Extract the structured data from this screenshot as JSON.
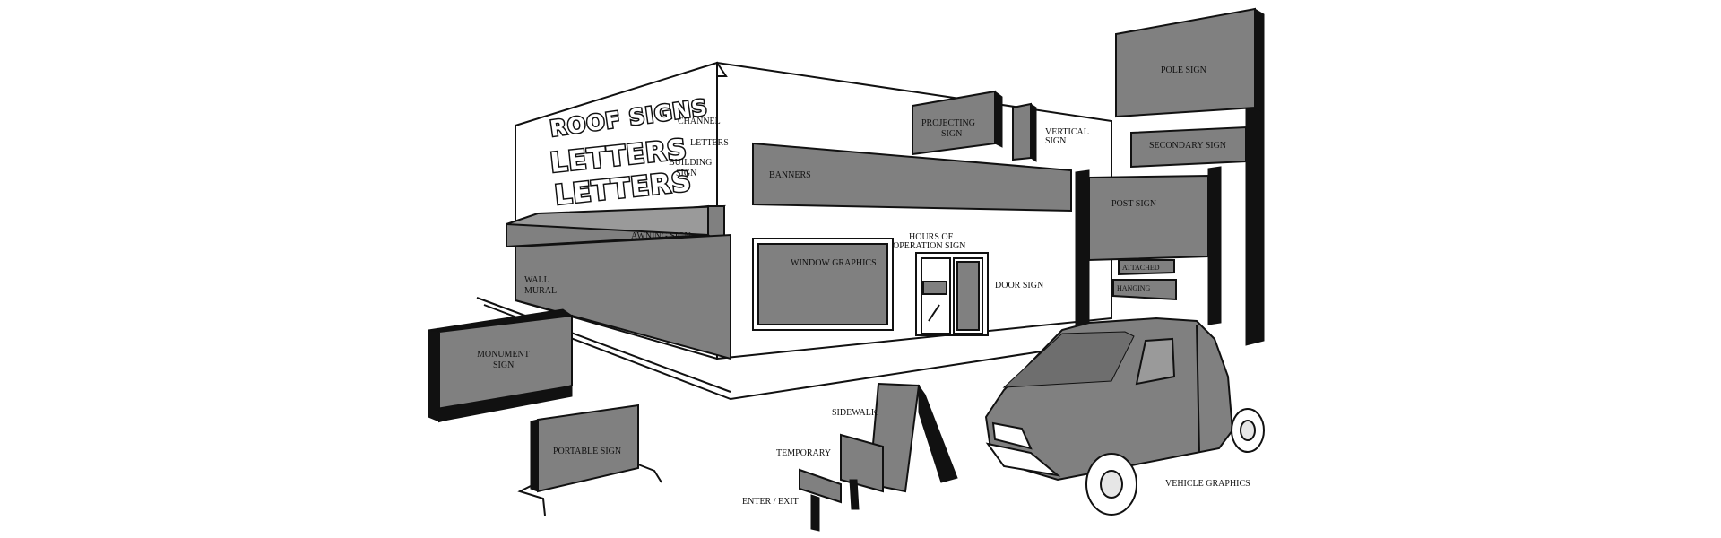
{
  "diagram": {
    "roof_sign_text": "ROOF SIGNS",
    "letters_text_1": "LETTERS",
    "letters_text_2": "LETTERS",
    "labels": {
      "channel": "CHANNEL",
      "letters": "LETTERS",
      "building_sign": [
        "BUILDING",
        "SIGN"
      ],
      "projecting_sign": [
        "PROJECTING",
        "SIGN"
      ],
      "vertical_sign": [
        "VERTICAL",
        "SIGN"
      ],
      "banners": "BANNERS",
      "awning_sign": "AWNING SIGN",
      "wall_mural": [
        "WALL",
        "MURAL"
      ],
      "window_graphics": "WINDOW GRAPHICS",
      "hours_of_operation": [
        "HOURS OF",
        "OPERATION SIGN"
      ],
      "door_sign": "DOOR SIGN",
      "pole_sign": "POLE SIGN",
      "secondary_sign": "SECONDARY SIGN",
      "post_sign": "POST SIGN",
      "attached": "ATTACHED",
      "hanging": "HANGING",
      "monument_sign": [
        "MONUMENT",
        "SIGN"
      ],
      "portable_sign": "PORTABLE SIGN",
      "sidewalk": "SIDEWALK",
      "temporary": "TEMPORARY",
      "enter_exit": "ENTER / EXIT",
      "vehicle_graphics": "VEHICLE GRAPHICS"
    },
    "colors": {
      "sign_fill": "#808080",
      "outline": "#111111",
      "wall": "#ffffff"
    }
  }
}
